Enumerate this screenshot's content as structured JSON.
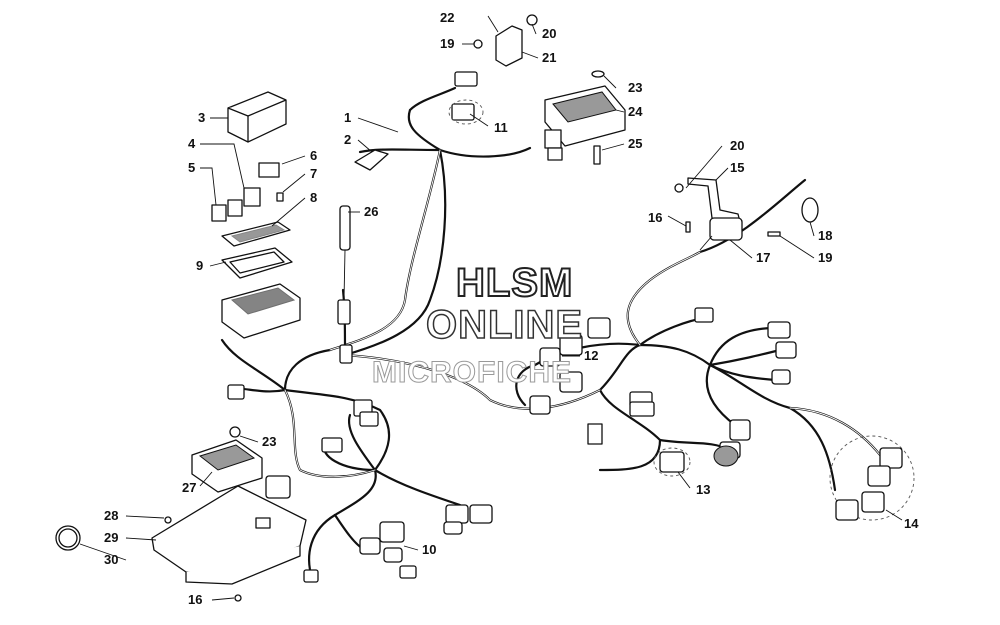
{
  "watermark": {
    "line1": "HLSM",
    "line2": "ONLINE",
    "line3": "MICROFICHE"
  },
  "callouts": {
    "c1": "1",
    "c2": "2",
    "c3": "3",
    "c4": "4",
    "c5": "5",
    "c6": "6",
    "c7": "7",
    "c8": "8",
    "c9": "9",
    "c10": "10",
    "c11": "11",
    "c12": "12",
    "c13": "13",
    "c14": "14",
    "c15": "15",
    "c16a": "16",
    "c16b": "16",
    "c17": "17",
    "c18": "18",
    "c19a": "19",
    "c19b": "19",
    "c20a": "20",
    "c20b": "20",
    "c21": "21",
    "c22": "22",
    "c23a": "23",
    "c23b": "23",
    "c24": "24",
    "c25": "25",
    "c26": "26",
    "c27": "27",
    "c28": "28",
    "c29": "29",
    "c30": "30"
  }
}
